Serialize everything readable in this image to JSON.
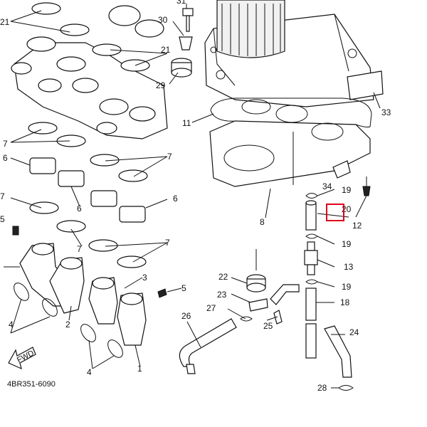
{
  "diagram": {
    "drawing_code": "4BR351-6090",
    "fwd_label": "FWD",
    "highlight_color": "#e0001b",
    "callouts": {
      "c1": "1",
      "c2": "2",
      "c3": "3",
      "c4a": "4",
      "c4b": "4",
      "c5a": "5",
      "c5b": "5",
      "c6a": "6",
      "c6b": "6",
      "c6c": "6",
      "c7a": "7",
      "c7b": "7",
      "c7c": "7",
      "c7d": "7",
      "c7e": "7",
      "c8": "8",
      "c11": "11",
      "c12": "12",
      "c13": "13",
      "c18": "18",
      "c19a": "19",
      "c19b": "19",
      "c19c": "19",
      "c20": "20",
      "c21a": "21",
      "c21b": "21",
      "c22": "22",
      "c23": "23",
      "c24": "24",
      "c25": "25",
      "c26": "26",
      "c27": "27",
      "c28": "28",
      "c29": "29",
      "c30": "30",
      "c31": "31",
      "c33": "33",
      "c34": "34"
    }
  }
}
